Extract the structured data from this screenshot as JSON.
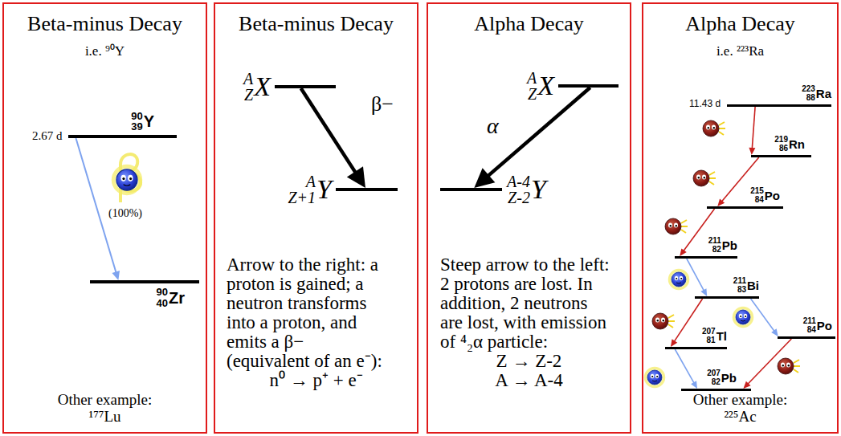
{
  "diagram": {
    "nodes": [
      {
        "text": [
          "Beta-minus Decay",
          "i.e. ⁹⁰Y",
          "Other example: ¹⁷⁷Lu"
        ]
      },
      {
        "text": [
          "90",
          "39",
          "Y"
        ],
        "in": 0
      },
      {
        "text": [
          "90",
          "40",
          "Zr"
        ],
        "in": 0
      },
      {
        "text": [
          "Beta-minus Decay",
          "Arrow to the right: a proton is gained; a neutron transforms into a proton, and emits a β− (equivalent of an e⁻):",
          "n⁰ → p⁺ + e⁻"
        ]
      },
      {
        "text": [
          "A",
          "Z",
          "X"
        ],
        "in": 3
      },
      {
        "text": [
          "A",
          "Z+1",
          "Y"
        ],
        "in": 3
      },
      {
        "text": [
          "Alpha Decay",
          "Steep arrow to the left: 2 protons are lost. In addition, 2 neutrons are lost, with emission of ⁴₂α particle:",
          "Z → Z-2",
          "A → A-4"
        ]
      },
      {
        "text": [
          "A",
          "Z",
          "X"
        ],
        "in": 6
      },
      {
        "text": [
          "A-4",
          "Z-2",
          "Y"
        ],
        "in": 6
      },
      {
        "text": [
          "Alpha Decay",
          "i.e. ²²³Ra",
          "Other example: ²²⁵Ac"
        ]
      },
      {
        "text": [
          "223",
          "88",
          "Ra"
        ],
        "in": 9
      },
      {
        "text": [
          "219",
          "86",
          "Rn"
        ],
        "in": 9
      },
      {
        "text": [
          "215",
          "84",
          "Po"
        ],
        "in": 9
      },
      {
        "text": [
          "211",
          "82",
          "Pb"
        ],
        "in": 9
      },
      {
        "text": [
          "211",
          "83",
          "Bi"
        ],
        "in": 9
      },
      {
        "text": [
          "211",
          "84",
          "Po"
        ],
        "in": 9
      },
      {
        "text": [
          "207",
          "81",
          "Tl"
        ],
        "in": 9
      },
      {
        "text": [
          "207",
          "82",
          "Pb"
        ],
        "in": 9
      }
    ],
    "edges": [
      {
        "from": 1,
        "to": 2,
        "arrow": "to",
        "label": "(100%)"
      },
      {
        "from": 4,
        "to": 5,
        "arrow": "to",
        "label": "β−"
      },
      {
        "from": 7,
        "to": 8,
        "arrow": "to",
        "label": "α"
      },
      {
        "from": 10,
        "to": 11,
        "arrow": "to"
      },
      {
        "from": 11,
        "to": 12,
        "arrow": "to"
      },
      {
        "from": 12,
        "to": 13,
        "arrow": "to"
      },
      {
        "from": 13,
        "to": 14,
        "arrow": "to"
      },
      {
        "from": 14,
        "to": 16,
        "arrow": "to"
      },
      {
        "from": 14,
        "to": 15,
        "arrow": "to"
      },
      {
        "from": 16,
        "to": 17,
        "arrow": "to"
      },
      {
        "from": 15,
        "to": 17,
        "arrow": "to"
      }
    ],
    "labels": [
      "2.67 d",
      "11.43 d"
    ]
  }
}
